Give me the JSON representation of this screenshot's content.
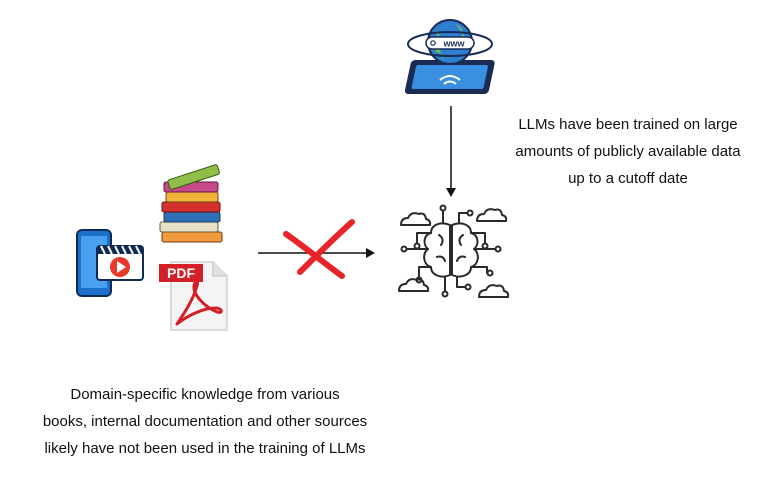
{
  "icons": {
    "web": "web-globe-tablet-icon",
    "books": "stack-of-books-icon",
    "video": "tablet-video-player-icon",
    "pdf": "pdf-document-icon",
    "brain": "ai-brain-circuit-icon",
    "cross": "red-x-cross-icon"
  },
  "labels": {
    "pdf_tag": "PDF",
    "web_url": "www"
  },
  "captions": {
    "llm_training": [
      "LLMs have been trained on large",
      "amounts of publicly available data",
      "up to a cutoff date"
    ],
    "domain_knowledge": [
      "Domain-specific knowledge from various",
      "books, internal documentation and other sources",
      "likely have not been used in the training of LLMs"
    ]
  },
  "colors": {
    "cross": "#e8232a",
    "pdf_red": "#d32027",
    "globe_blue": "#2f7fd0",
    "tablet_blue": "#1e6fc8",
    "ink": "#111111"
  }
}
